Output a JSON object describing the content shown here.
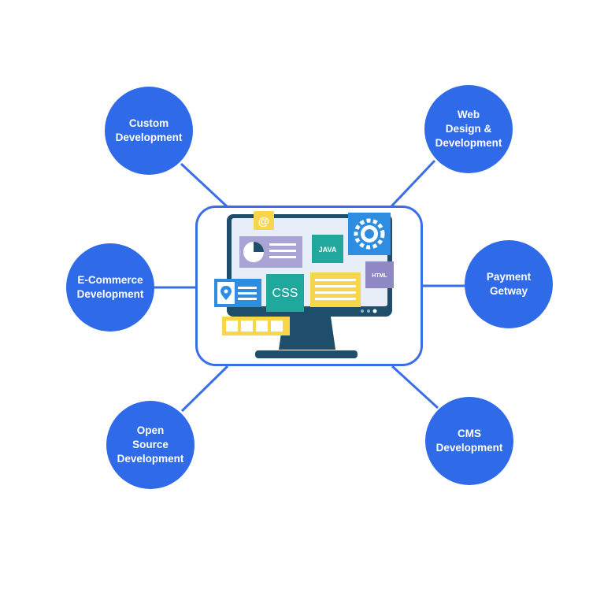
{
  "colors": {
    "node_fill": "#2f6be8",
    "connector": "#3a6ee8",
    "center_border": "#3a6ee8",
    "node_text": "#ffffff",
    "monitor_dark": "#1f4e6b",
    "screen_light": "#e7eef8",
    "teal": "#20a89c",
    "yellow": "#f7d64a",
    "purple": "#8e88c4",
    "blue_icon": "#2e8de0",
    "lilac": "#a8a5d6"
  },
  "nodes": {
    "custom": {
      "label": "Custom\nDevelopment"
    },
    "web": {
      "label": "Web\nDesign &\nDevelopment"
    },
    "ecommerce": {
      "label": "E-Commerce\nDevelopment"
    },
    "payment": {
      "label": "Payment\nGetway"
    },
    "open_source": {
      "label": "Open\nSource\nDevelopment"
    },
    "cms": {
      "label": "CMS\nDevelopment"
    }
  },
  "illustration": {
    "java_label": "JAVA",
    "css_label": "CSS",
    "html_label": "HTML",
    "at_symbol": "@",
    "icons": [
      "at-icon",
      "gear-icon",
      "pie-chart-icon",
      "location-pin-icon",
      "image-thumbnail-icon"
    ]
  }
}
